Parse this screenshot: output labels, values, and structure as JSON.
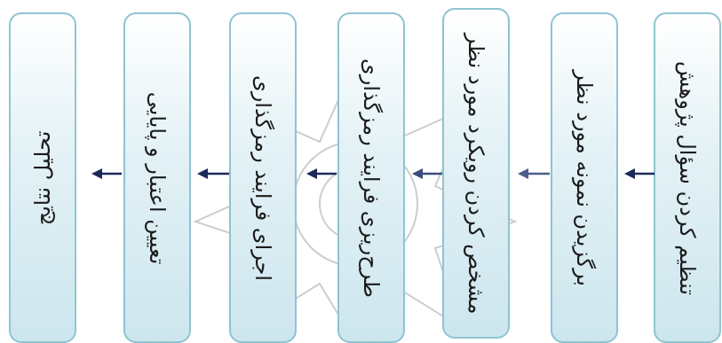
{
  "steps": [
    {
      "label": "تنظیم کردن سؤال پژوهش"
    },
    {
      "label": "برگزیدن نمونه مورد نظر"
    },
    {
      "label": "مشخص کردن رویکرد مورد نظر"
    },
    {
      "label": "طرح‌ریزی فرایند رمزگذاری"
    },
    {
      "label": "اجرای فرایند رمزگذاری"
    },
    {
      "label": "تعیین اعتبار و پایایی"
    },
    {
      "label": "تحلیل نتایج"
    }
  ],
  "colors": {
    "box_border": "#8fc4d2",
    "box_fill": "#cde6ee",
    "arrow": "#1b2a5a",
    "watermark": "#c8c8c8"
  }
}
